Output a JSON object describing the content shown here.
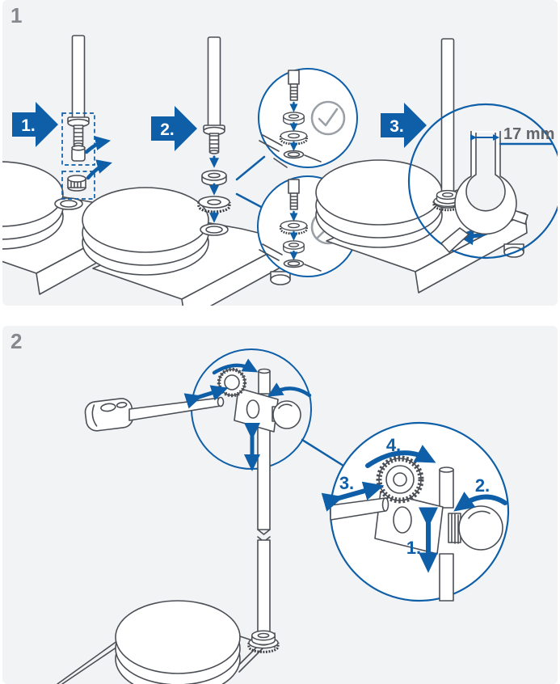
{
  "colors": {
    "panel_background": "#f2f3f5",
    "accent_blue": "#0e5fa8",
    "line_gray": "#4b4f55",
    "muted_gray": "#9aa0a6",
    "panel_label_gray": "#85888c"
  },
  "panel1": {
    "label": "1",
    "step_flags": [
      "1.",
      "2.",
      "3."
    ],
    "dimension_label": "17 mm",
    "callouts": {
      "correct_icon": "check",
      "wrong_icon": "prohibited"
    }
  },
  "panel2": {
    "label": "2",
    "adjustment_labels": [
      "1.",
      "2.",
      "3.",
      "4."
    ]
  }
}
